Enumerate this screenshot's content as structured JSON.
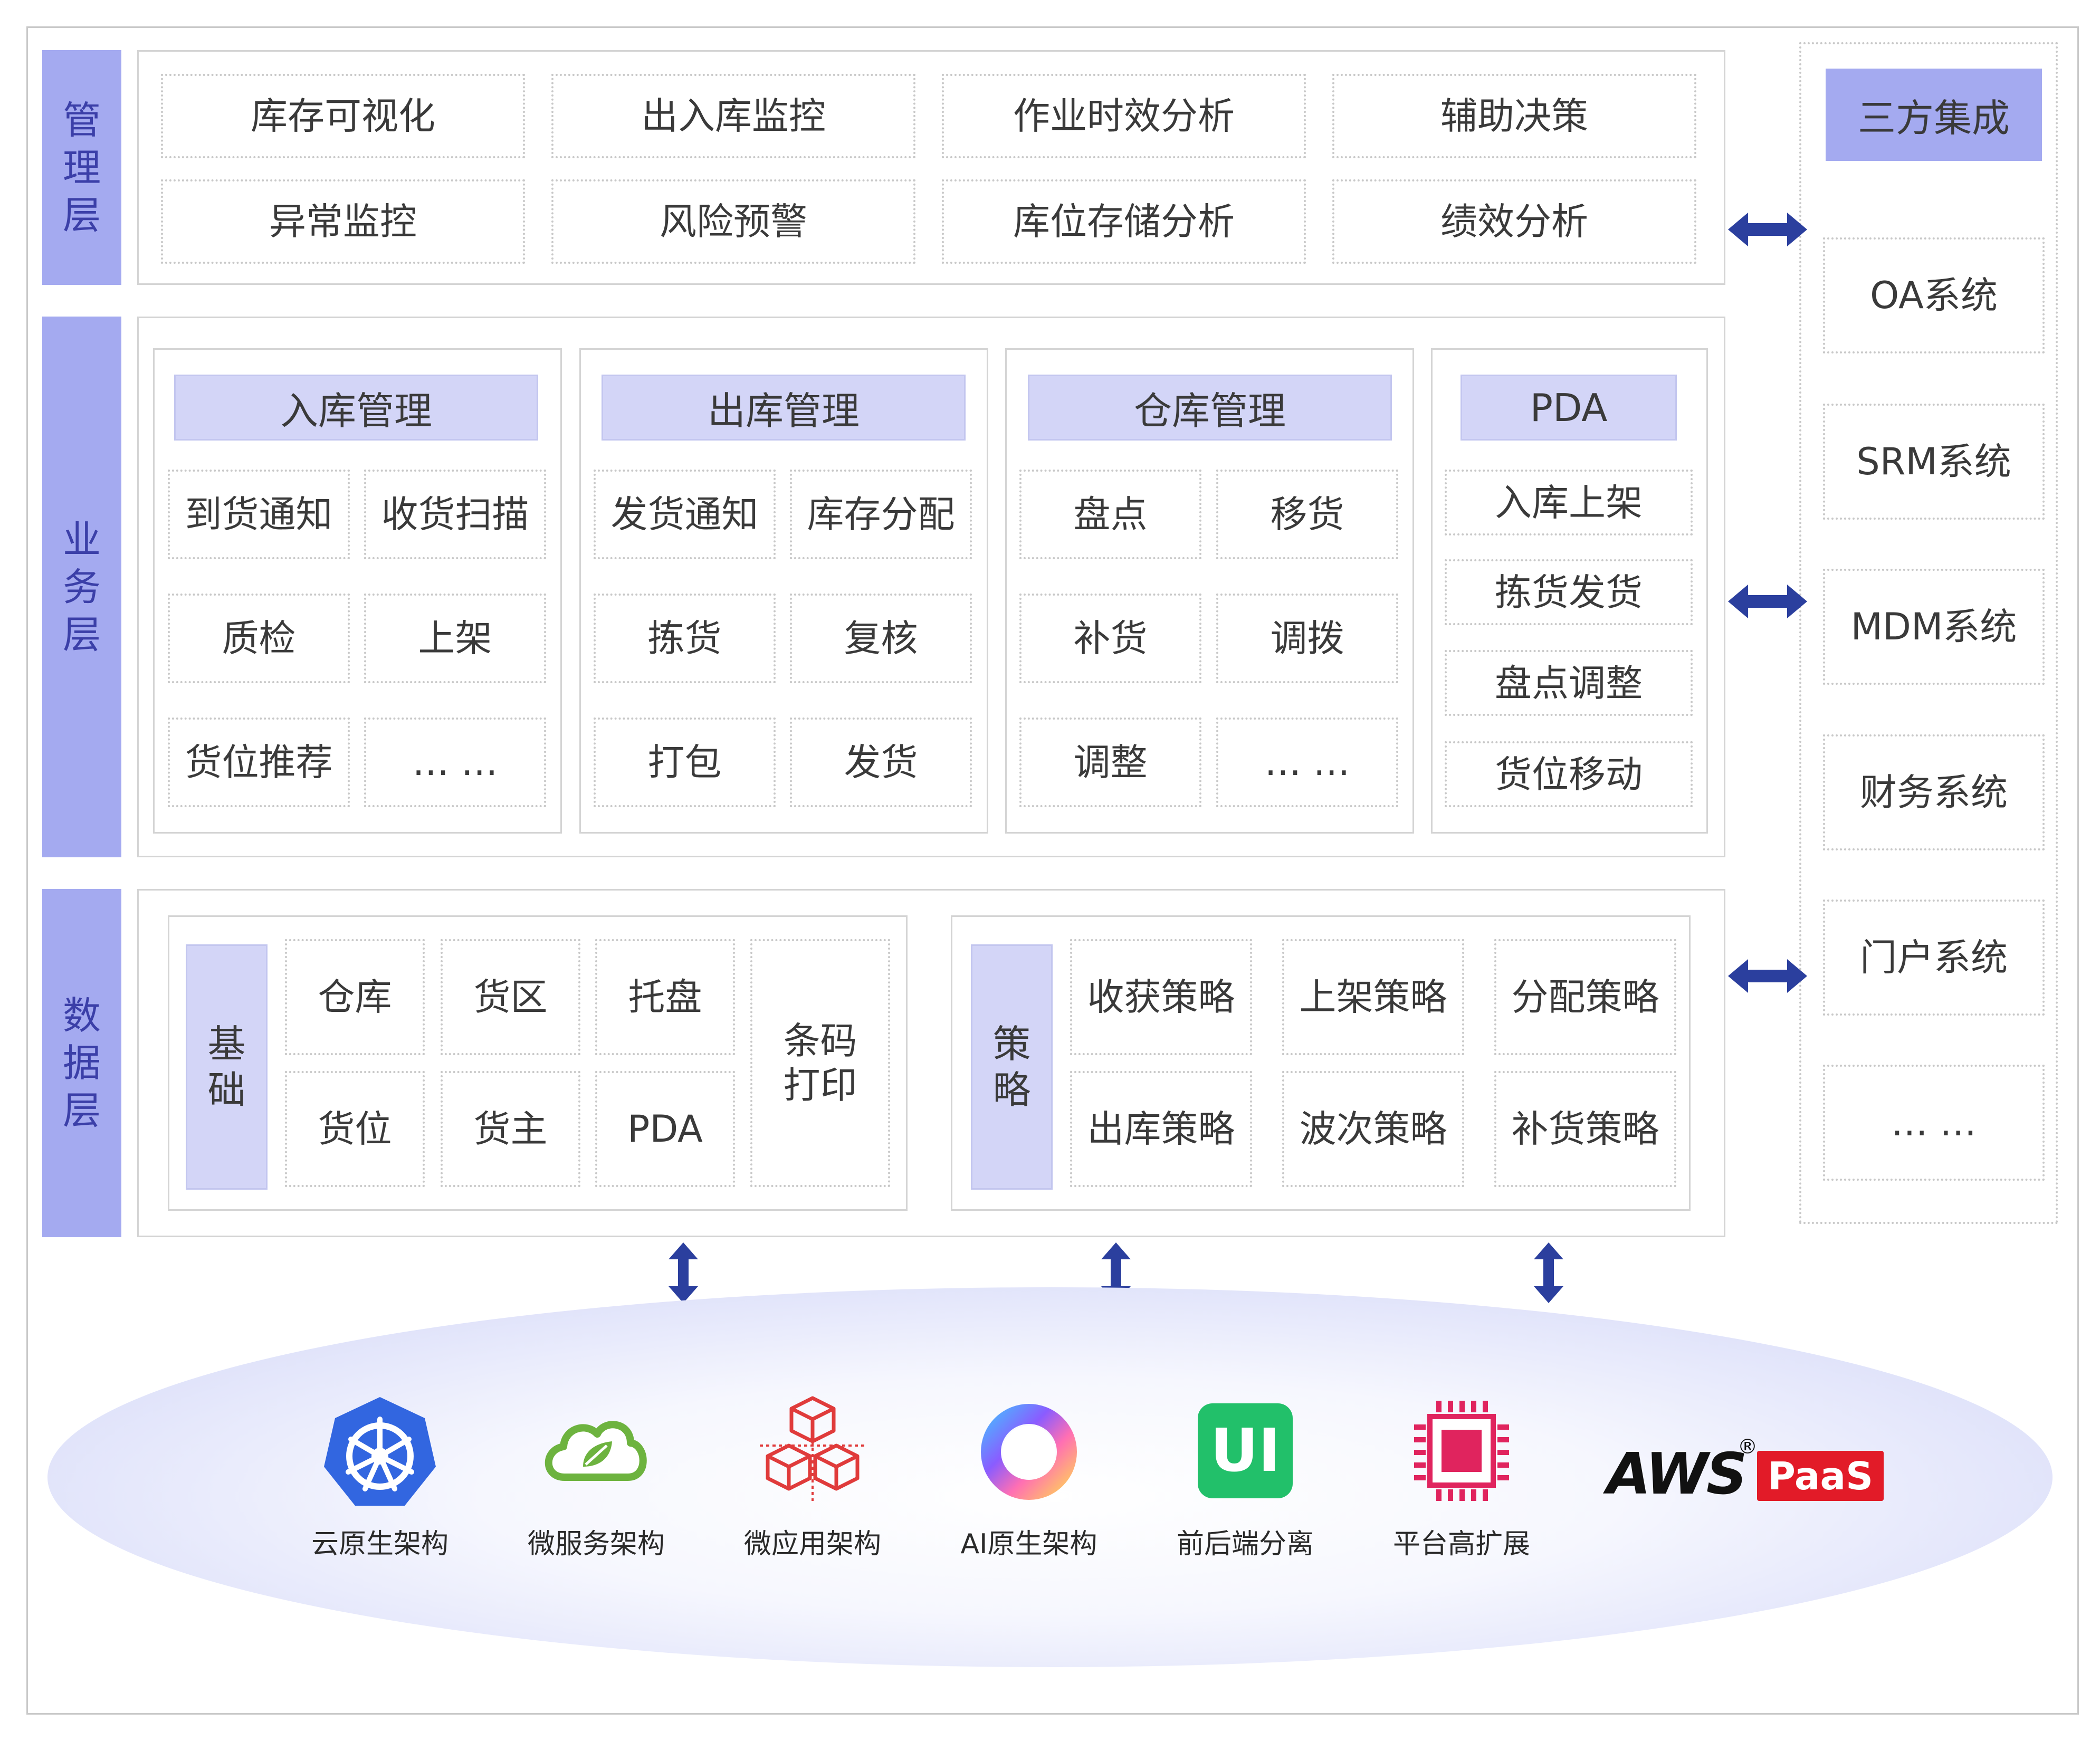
{
  "layers": {
    "management": "管\n理\n层",
    "business": "业\n务\n层",
    "data": "数\n据\n层"
  },
  "management": {
    "row1": [
      "库存可视化",
      "出入库监控",
      "作业时效分析",
      "辅助决策"
    ],
    "row2": [
      "异常监控",
      "风险预警",
      "库位存储分析",
      "绩效分析"
    ]
  },
  "business": {
    "inbound": {
      "title": "入库管理",
      "items": [
        "到货通知",
        "收货扫描",
        "质检",
        "上架",
        "货位推荐",
        "… …"
      ]
    },
    "outbound": {
      "title": "出库管理",
      "items": [
        "发货通知",
        "库存分配",
        "拣货",
        "复核",
        "打包",
        "发货"
      ]
    },
    "warehouse": {
      "title": "仓库管理",
      "items": [
        "盘点",
        "移货",
        "补货",
        "调拨",
        "调整",
        "… …"
      ]
    },
    "pda": {
      "title": "PDA",
      "items": [
        "入库上架",
        "拣货发货",
        "盘点调整",
        "货位移动"
      ]
    }
  },
  "data": {
    "base": {
      "label": "基\n础",
      "items": [
        "仓库",
        "货区",
        "托盘",
        "货位",
        "货主",
        "PDA"
      ],
      "print": "条码\n打印"
    },
    "strategy": {
      "label": "策\n略",
      "items": [
        "收获策略",
        "上架策略",
        "分配策略",
        "出库策略",
        "波次策略",
        "补货策略"
      ]
    }
  },
  "third_party": {
    "title": "三方集成",
    "items": [
      "OA系统",
      "SRM系统",
      "MDM系统",
      "财务系统",
      "门户系统",
      "… …"
    ]
  },
  "tech": {
    "items": [
      {
        "label": "云原生架构",
        "icon": "kubernetes-icon"
      },
      {
        "label": "微服务架构",
        "icon": "spring-cloud-icon"
      },
      {
        "label": "微应用架构",
        "icon": "micro-app-cubes-icon"
      },
      {
        "label": "AI原生架构",
        "icon": "ai-ring-icon"
      },
      {
        "label": "前后端分离",
        "icon": "ui-icon"
      },
      {
        "label": "平台高扩展",
        "icon": "chip-icon"
      }
    ],
    "logo_text": "AWS",
    "logo_mark": "®",
    "logo_badge": "PaaS"
  },
  "colors": {
    "layer_label": "#a4aaf0",
    "header_fill": "#d3d5f7",
    "arrow": "#2b3f9e"
  }
}
